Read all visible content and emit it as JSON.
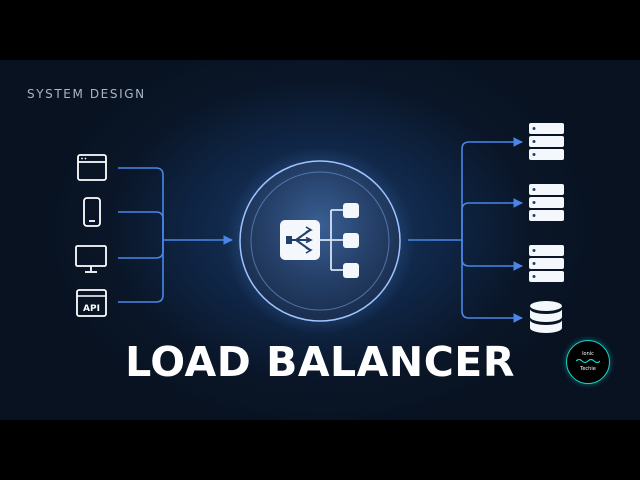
{
  "kicker": "SYSTEM DESIGN",
  "title": "LOAD BALANCER",
  "clients": [
    {
      "icon": "browser-window-icon"
    },
    {
      "icon": "mobile-phone-icon"
    },
    {
      "icon": "desktop-monitor-icon"
    },
    {
      "icon": "api-icon",
      "label": "API"
    }
  ],
  "balancer": {
    "icon": "load-balancer-icon"
  },
  "backends": [
    {
      "icon": "server-icon"
    },
    {
      "icon": "server-icon"
    },
    {
      "icon": "server-icon"
    },
    {
      "icon": "database-icon"
    }
  ],
  "logo": {
    "line1": "Ionic",
    "line2": "Techie"
  },
  "colors": {
    "background": "#0a1628",
    "connector": "#4a86e8",
    "accent_glow": "#6fa8ff",
    "logo_ring": "#19d3c5",
    "text": "#ffffff"
  }
}
